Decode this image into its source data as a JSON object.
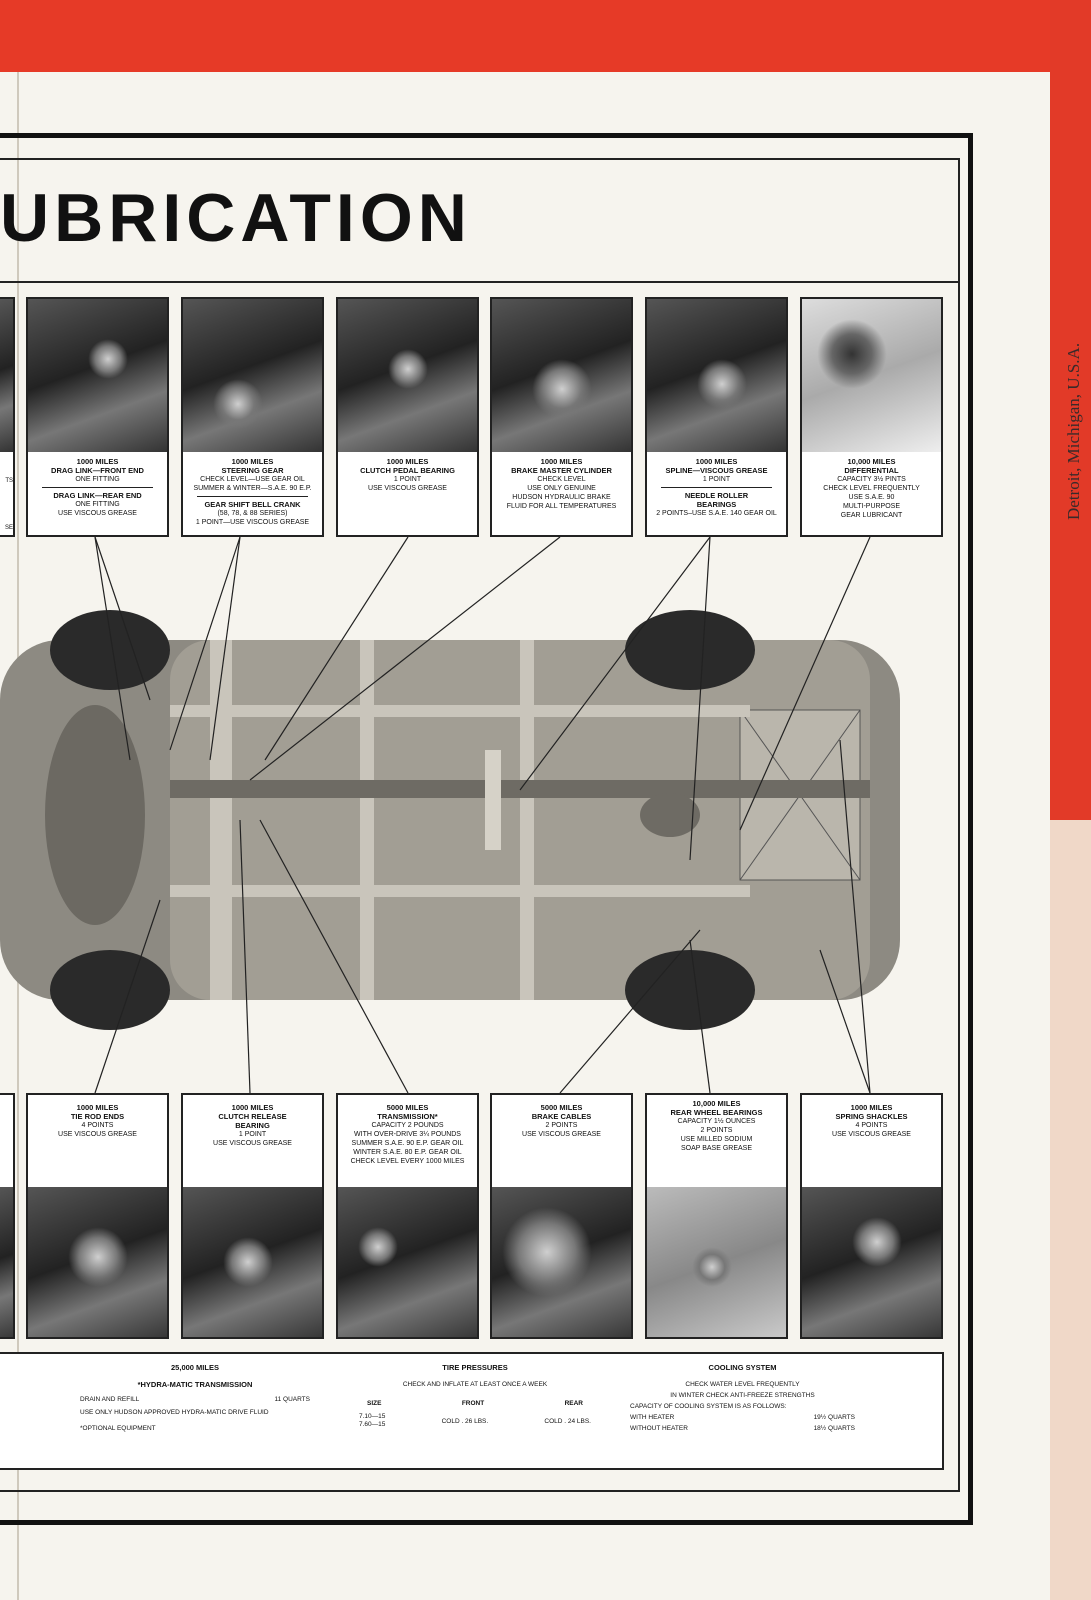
{
  "title": "UBRICATION",
  "side_text": "Detroit, Michigan, U.S.A.",
  "top_cards": [
    {
      "lines": [
        {
          "t": "1000 MILES",
          "b": true
        },
        {
          "t": "DRAG LINK—FRONT END",
          "b": true
        },
        {
          "t": "ONE FITTING"
        },
        {
          "sep": true
        },
        {
          "t": "DRAG LINK—REAR END",
          "b": true
        },
        {
          "t": "ONE FITTING"
        },
        {
          "t": "USE VISCOUS GREASE"
        }
      ]
    },
    {
      "lines": [
        {
          "t": "1000 MILES",
          "b": true
        },
        {
          "t": "STEERING GEAR",
          "b": true
        },
        {
          "t": "CHECK LEVEL—USE GEAR OIL"
        },
        {
          "t": "SUMMER & WINTER—S.A.E. 90 E.P."
        },
        {
          "sep": true
        },
        {
          "t": "GEAR SHIFT BELL CRANK",
          "b": true
        },
        {
          "t": "(58, 78, & 88 SERIES)"
        },
        {
          "t": "1 POINT—USE VISCOUS GREASE"
        }
      ]
    },
    {
      "lines": [
        {
          "t": "1000 MILES",
          "b": true
        },
        {
          "t": " "
        },
        {
          "t": "CLUTCH PEDAL BEARING",
          "b": true
        },
        {
          "t": " "
        },
        {
          "t": "1 POINT"
        },
        {
          "t": " "
        },
        {
          "t": "USE VISCOUS GREASE"
        }
      ]
    },
    {
      "lines": [
        {
          "t": "1000 MILES",
          "b": true
        },
        {
          "t": " "
        },
        {
          "t": "BRAKE MASTER CYLINDER",
          "b": true
        },
        {
          "t": " "
        },
        {
          "t": "CHECK LEVEL"
        },
        {
          "t": "USE ONLY GENUINE"
        },
        {
          "t": "HUDSON HYDRAULIC BRAKE"
        },
        {
          "t": "FLUID FOR ALL TEMPERATURES"
        }
      ]
    },
    {
      "lines": [
        {
          "t": "1000 MILES",
          "b": true
        },
        {
          "t": " "
        },
        {
          "t": "SPLINE—VISCOUS GREASE",
          "b": true
        },
        {
          "t": "1 POINT"
        },
        {
          "sep": true
        },
        {
          "t": "NEEDLE ROLLER",
          "b": true
        },
        {
          "t": "BEARINGS",
          "b": true
        },
        {
          "t": "2 POINTS–USE S.A.E. 140 GEAR OIL"
        }
      ]
    },
    {
      "lines": [
        {
          "t": "10,000 MILES",
          "b": true
        },
        {
          "t": " "
        },
        {
          "t": "DIFFERENTIAL",
          "b": true
        },
        {
          "t": "CAPACITY 3½ PINTS"
        },
        {
          "t": "CHECK LEVEL FREQUENTLY"
        },
        {
          "t": "USE S.A.E. 90"
        },
        {
          "t": "MULTI-PURPOSE"
        },
        {
          "t": "GEAR LUBRICANT"
        }
      ]
    }
  ],
  "bottom_cards": [
    {
      "lines": [
        {
          "t": "1000 MILES",
          "b": true
        },
        {
          "t": " "
        },
        {
          "t": "TIE ROD ENDS",
          "b": true
        },
        {
          "t": " "
        },
        {
          "t": "4 POINTS"
        },
        {
          "t": " "
        },
        {
          "t": "USE VISCOUS GREASE"
        }
      ]
    },
    {
      "lines": [
        {
          "t": "1000 MILES",
          "b": true
        },
        {
          "t": " "
        },
        {
          "t": "CLUTCH RELEASE",
          "b": true
        },
        {
          "t": "BEARING",
          "b": true
        },
        {
          "t": "1 POINT"
        },
        {
          "t": "USE VISCOUS GREASE"
        }
      ]
    },
    {
      "lines": [
        {
          "t": "5000 MILES",
          "b": true
        },
        {
          "t": " "
        },
        {
          "t": "TRANSMISSION*",
          "b": true
        },
        {
          "t": "CAPACITY 2 POUNDS"
        },
        {
          "t": "WITH OVER-DRIVE 3¼ POUNDS"
        },
        {
          "t": "SUMMER S.A.E. 90 E.P. GEAR OIL"
        },
        {
          "t": "WINTER S.A.E. 80 E.P. GEAR OIL"
        },
        {
          "t": "CHECK LEVEL EVERY 1000 MILES"
        }
      ]
    },
    {
      "lines": [
        {
          "t": "5000 MILES",
          "b": true
        },
        {
          "t": " "
        },
        {
          "t": "BRAKE CABLES",
          "b": true
        },
        {
          "t": " "
        },
        {
          "t": "2 POINTS"
        },
        {
          "t": " "
        },
        {
          "t": "USE VISCOUS GREASE"
        }
      ]
    },
    {
      "lines": [
        {
          "t": "10,000 MILES",
          "b": true
        },
        {
          "t": "REAR WHEEL BEARINGS",
          "b": true
        },
        {
          "t": " "
        },
        {
          "t": "CAPACITY 1½ OUNCES"
        },
        {
          "t": "2 POINTS"
        },
        {
          "t": "USE MILLED SODIUM"
        },
        {
          "t": "SOAP BASE GREASE"
        }
      ]
    },
    {
      "lines": [
        {
          "t": "1000 MILES",
          "b": true
        },
        {
          "t": " "
        },
        {
          "t": "SPRING SHACKLES",
          "b": true
        },
        {
          "t": " "
        },
        {
          "t": "4 POINTS"
        },
        {
          "t": " "
        },
        {
          "t": "USE VISCOUS GREASE"
        }
      ]
    }
  ],
  "partial_left_top": {
    "a": "TS",
    "b": "SE"
  },
  "bottom": {
    "hydra": {
      "heading": "25,000 MILES",
      "sub": "*HYDRA-MATIC TRANSMISSION",
      "drain_label": "DRAIN AND REFILL",
      "drain_value": "11 QUARTS",
      "use": "USE ONLY HUDSON APPROVED HYDRA-MATIC DRIVE FLUID",
      "note": "*OPTIONAL EQUIPMENT"
    },
    "tires": {
      "heading": "TIRE PRESSURES",
      "check": "CHECK AND INFLATE AT LEAST ONCE A WEEK",
      "col_size": "SIZE",
      "col_front": "FRONT",
      "col_rear": "REAR",
      "size1": "7.10—15",
      "size2": "7.60—15",
      "front": "COLD . 26 LBS.",
      "rear": "COLD . 24 LBS."
    },
    "cooling": {
      "heading": "COOLING SYSTEM",
      "l1": "CHECK WATER LEVEL FREQUENTLY",
      "l2": "IN WINTER CHECK ANTI-FREEZE STRENGTHS",
      "l3": "CAPACITY OF COOLING SYSTEM IS AS FOLLOWS:",
      "heater_label": "WITH HEATER",
      "heater_value": "19½ QUARTS",
      "noheater_label": "WITHOUT HEATER",
      "noheater_value": "18½ QUARTS"
    }
  }
}
